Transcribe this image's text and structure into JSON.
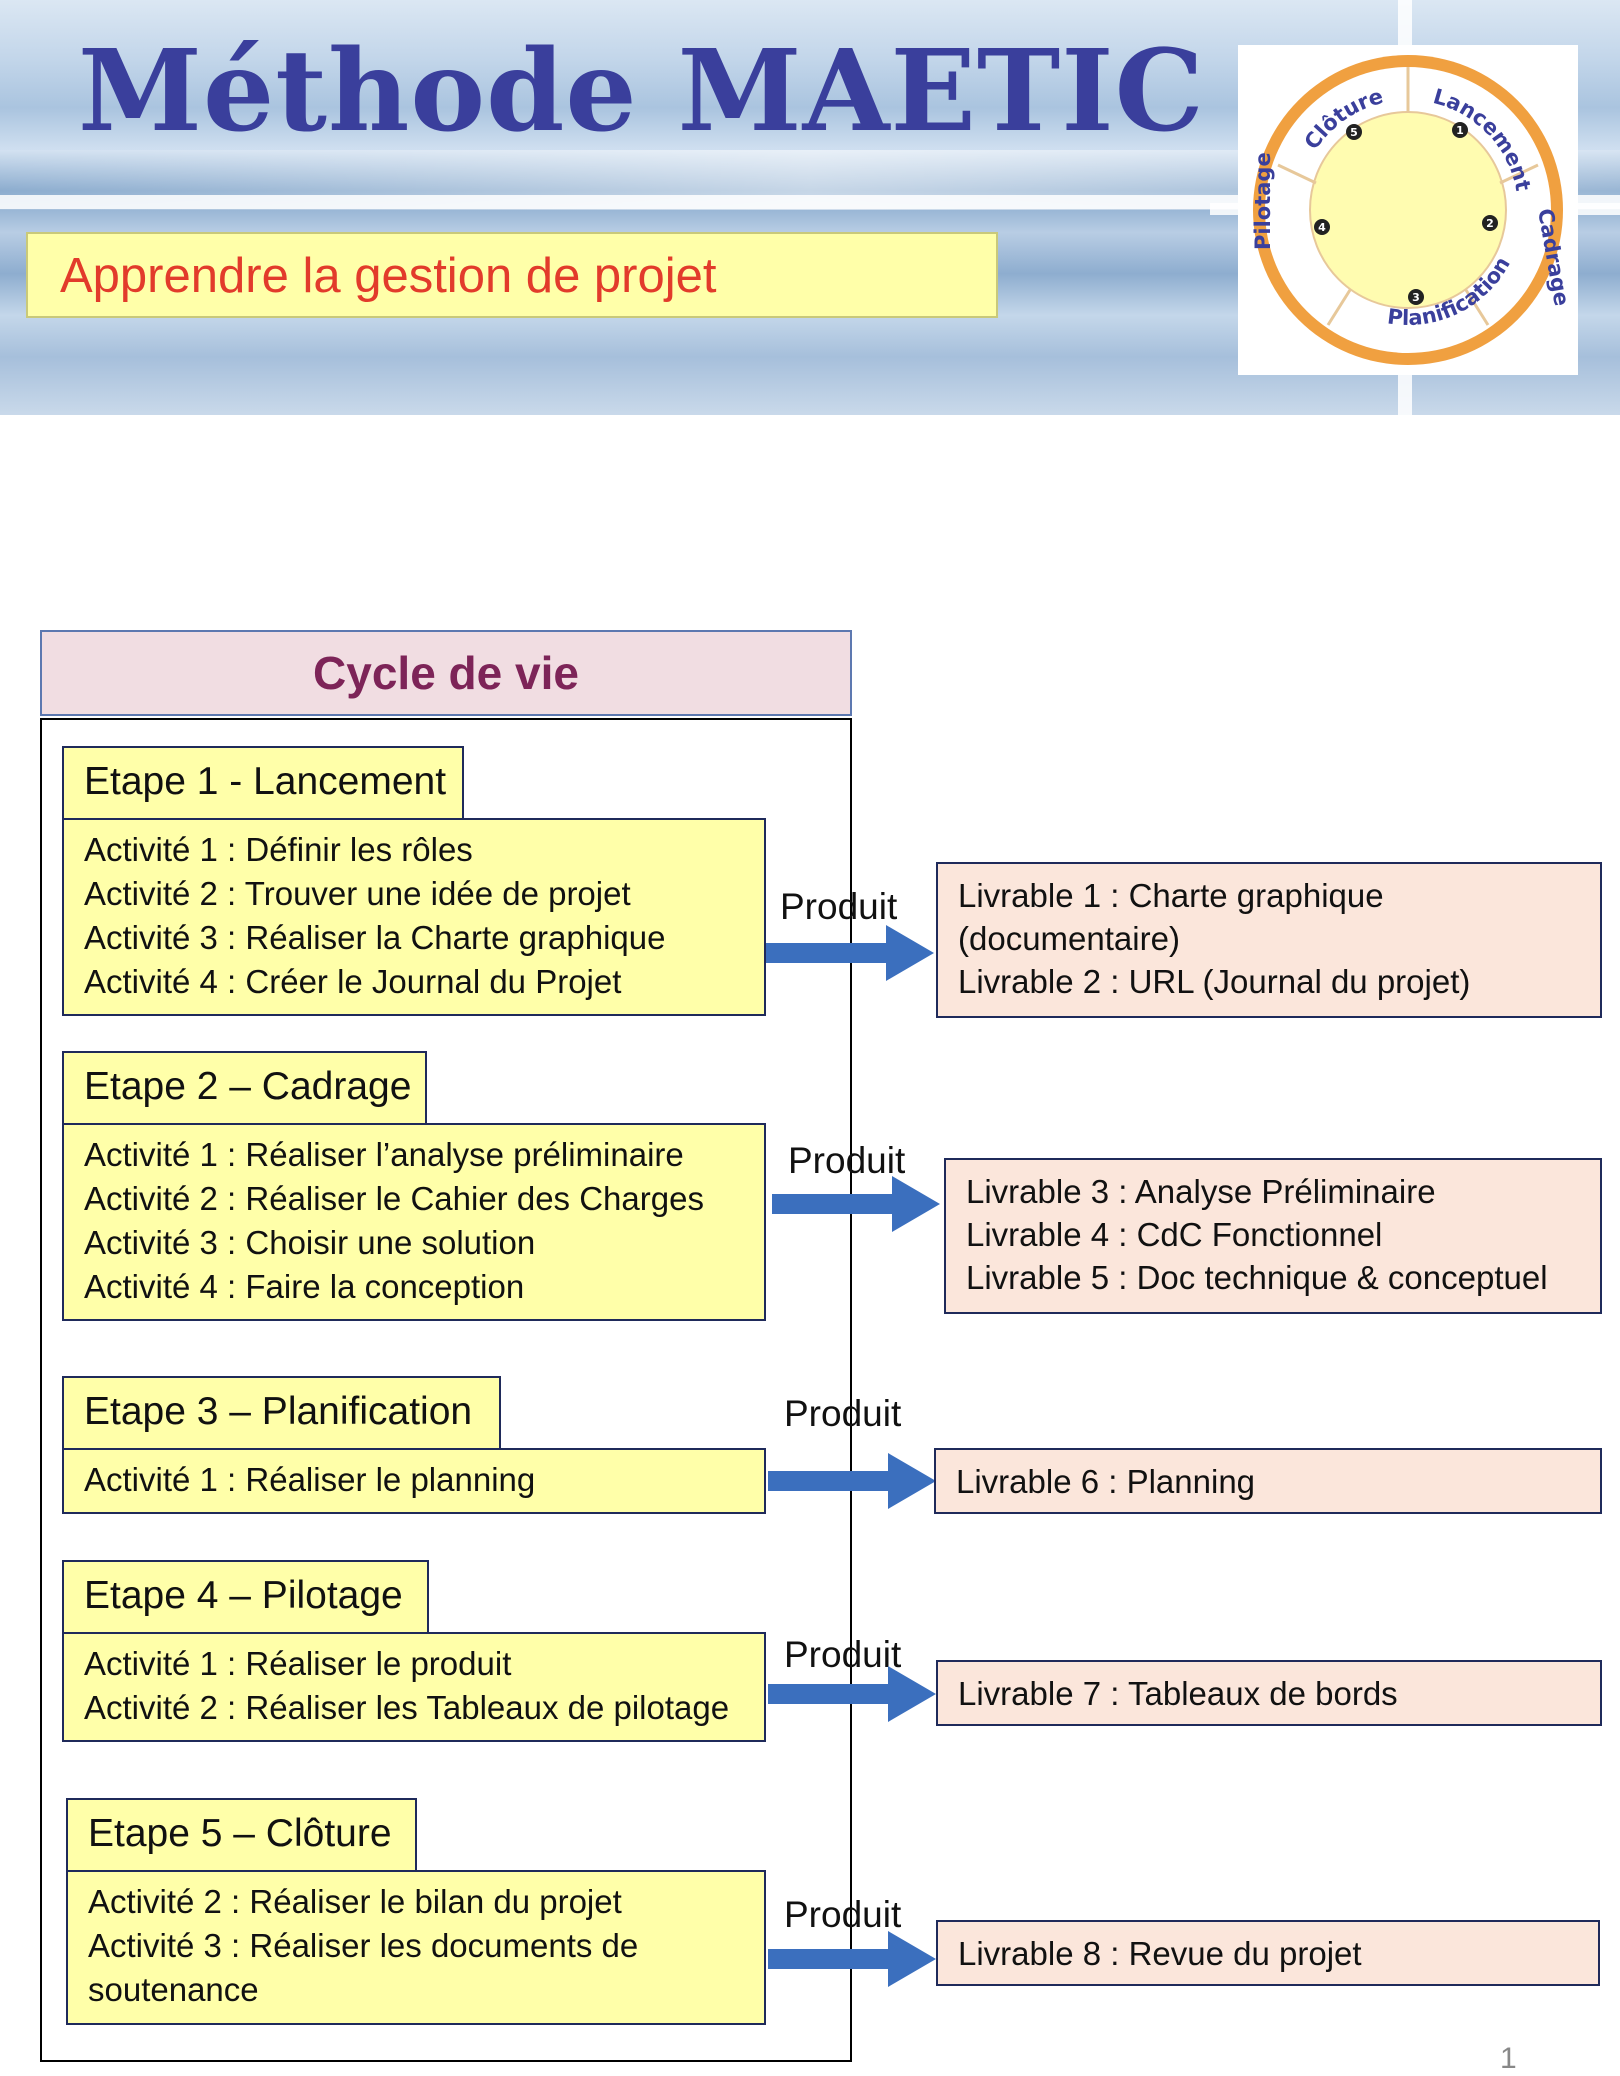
{
  "header": {
    "title": "Méthode MAETIC",
    "subtitle": "Apprendre la gestion de projet"
  },
  "logo": {
    "segments": [
      "Lancement",
      "Cadrage",
      "Planification",
      "Pilotage",
      "Clôture"
    ],
    "numbers": [
      "1",
      "2",
      "3",
      "4",
      "5"
    ],
    "ring_color": "#f0a040",
    "center_color": "#fffcb0"
  },
  "diagram": {
    "heading": "Cycle de vie",
    "connector_label": "Produit",
    "steps": [
      {
        "title": "Etape 1 - Lancement",
        "activities": [
          "Activité 1 : Définir les rôles",
          "Activité 2 : Trouver une idée de projet",
          "Activité 3 : Réaliser la Charte graphique",
          "Activité 4 : Créer le Journal du Projet"
        ],
        "deliverables": [
          "Livrable 1 : Charte graphique",
          "(documentaire)",
          "Livrable 2 : URL (Journal du projet)"
        ]
      },
      {
        "title": "Etape 2 – Cadrage",
        "activities": [
          "Activité 1 : Réaliser l’analyse préliminaire",
          "Activité 2 : Réaliser le Cahier des Charges",
          "Activité 3 : Choisir une solution",
          "Activité 4 :  Faire la conception"
        ],
        "deliverables": [
          "Livrable 3 : Analyse Préliminaire",
          "Livrable 4 : CdC Fonctionnel",
          "Livrable 5 :  Doc technique & conceptuel"
        ]
      },
      {
        "title": "Etape 3 – Planification",
        "activities": [
          "Activité 1 : Réaliser le planning"
        ],
        "deliverables": [
          "Livrable 6 : Planning"
        ]
      },
      {
        "title": "Etape 4 – Pilotage",
        "activities": [
          "Activité 1 : Réaliser le produit",
          "Activité 2 : Réaliser les Tableaux de pilotage"
        ],
        "deliverables": [
          "Livrable 7 : Tableaux de bords"
        ]
      },
      {
        "title": "Etape 5 – Clôture",
        "activities": [
          "Activité 2 : Réaliser le bilan du projet",
          "Activité 3 : Réaliser les documents de soutenance"
        ],
        "deliverables": [
          "Livrable 8 : Revue du projet"
        ]
      }
    ]
  },
  "footer": {
    "page_number": "1"
  },
  "colors": {
    "activity_fill": "#ffffa9",
    "deliverable_fill": "#fbe6db",
    "arrow": "#3b6fbe",
    "heading_text": "#7d2458",
    "title_text": "#3a3f9c",
    "subtitle_text": "#e23b2b"
  }
}
